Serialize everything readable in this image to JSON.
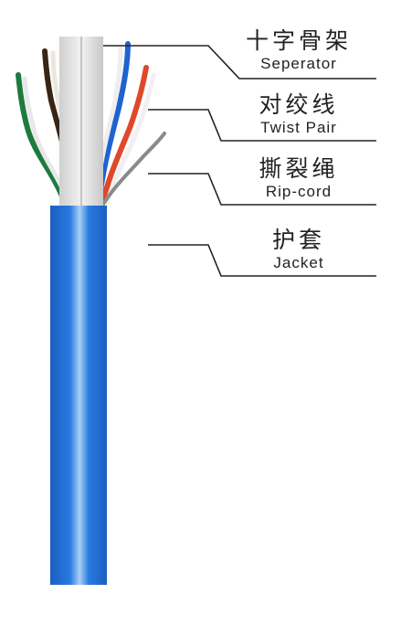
{
  "colors": {
    "jacket": "#1f6fd6",
    "jacket_highlight": "#9cc8f2",
    "separator": "#d9d9d9",
    "wire_green": "#1f7a3e",
    "wire_brown": "#3a2416",
    "wire_blue": "#1f63d0",
    "wire_orange": "#e0482a",
    "wire_white": "#eeeeee",
    "ripcord": "#8a8a8a",
    "leader_line": "#222222"
  },
  "labels": [
    {
      "zh": "十字骨架",
      "en": "Seperator"
    },
    {
      "zh": "对绞线",
      "en": "Twist Pair"
    },
    {
      "zh": "撕裂绳",
      "en": "Rip-cord"
    },
    {
      "zh": "护套",
      "en": "Jacket"
    }
  ]
}
